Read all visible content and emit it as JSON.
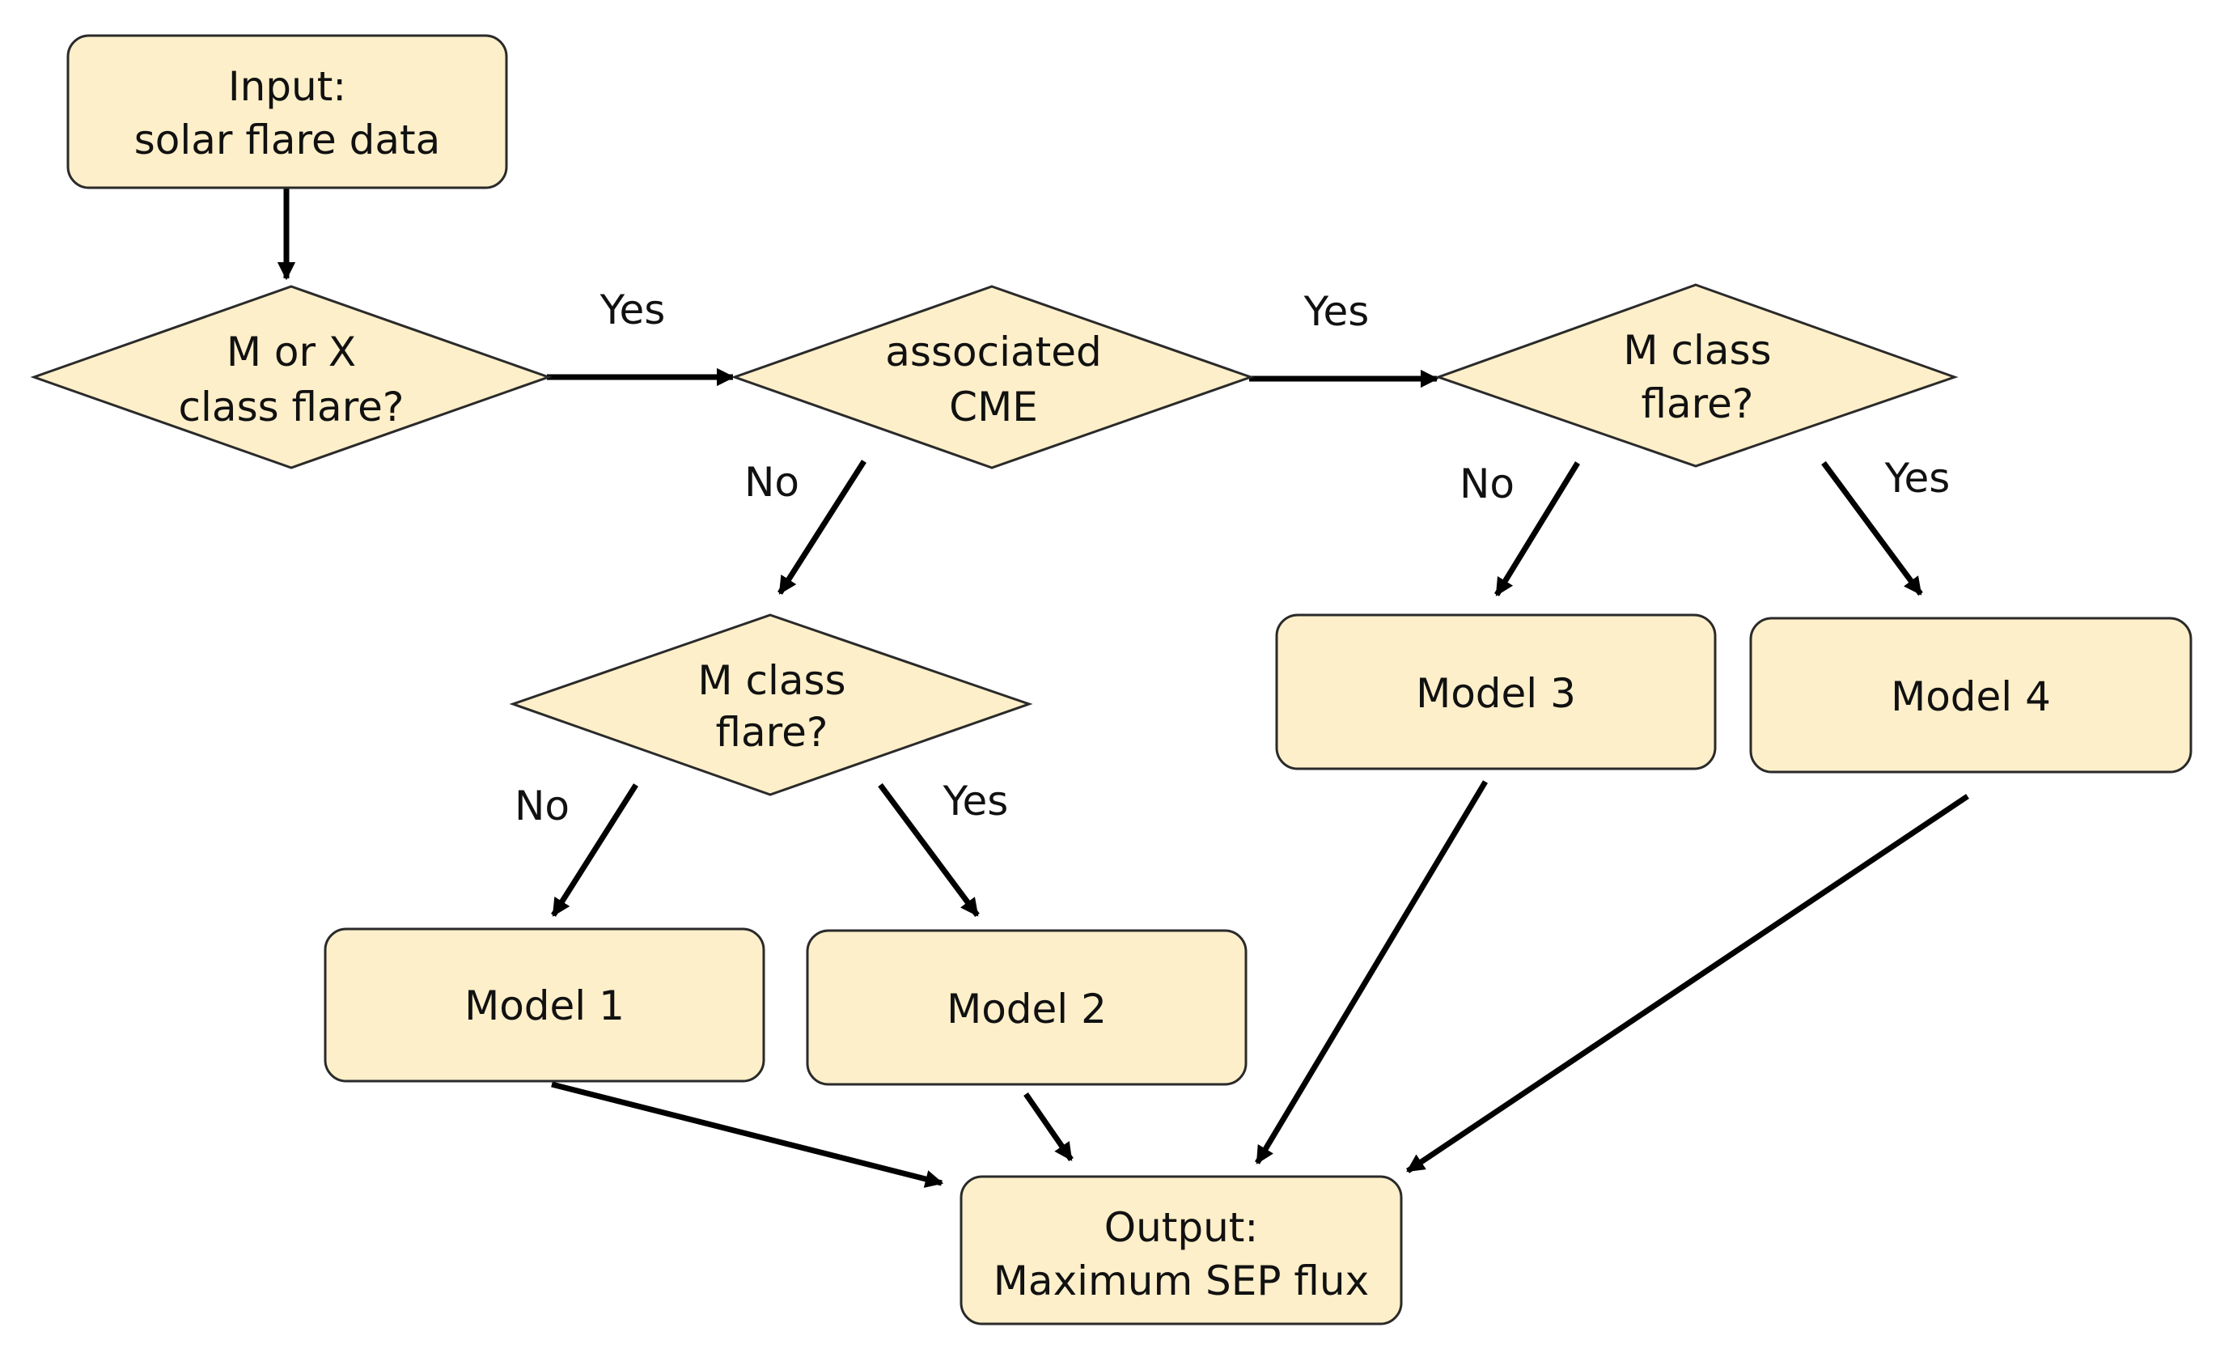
{
  "nodes": {
    "input": {
      "lines": [
        "Input:",
        "solar flare data"
      ]
    },
    "d1": {
      "lines": [
        "M or X",
        "class flare?"
      ]
    },
    "d2": {
      "lines": [
        "associated",
        "CME"
      ]
    },
    "d3": {
      "lines": [
        "M class",
        "flare?"
      ]
    },
    "d4": {
      "lines": [
        "M class",
        "flare?"
      ]
    },
    "model1": {
      "lines": [
        "Model 1"
      ]
    },
    "model2": {
      "lines": [
        "Model 2"
      ]
    },
    "model3": {
      "lines": [
        "Model 3"
      ]
    },
    "model4": {
      "lines": [
        "Model 4"
      ]
    },
    "output": {
      "lines": [
        "Output:",
        "Maximum SEP flux"
      ]
    }
  },
  "edges": [
    {
      "from": "input",
      "to": "d1",
      "label": ""
    },
    {
      "from": "d1",
      "to": "d2",
      "label": "Yes"
    },
    {
      "from": "d2",
      "to": "d3",
      "label": "Yes"
    },
    {
      "from": "d2",
      "to": "d4",
      "label": "No"
    },
    {
      "from": "d3",
      "to": "model3",
      "label": "No"
    },
    {
      "from": "d3",
      "to": "model4",
      "label": "Yes"
    },
    {
      "from": "d4",
      "to": "model1",
      "label": "No"
    },
    {
      "from": "d4",
      "to": "model2",
      "label": "Yes"
    },
    {
      "from": "model1",
      "to": "output",
      "label": ""
    },
    {
      "from": "model2",
      "to": "output",
      "label": ""
    },
    {
      "from": "model3",
      "to": "output",
      "label": ""
    },
    {
      "from": "model4",
      "to": "output",
      "label": ""
    }
  ],
  "colors": {
    "node_fill": "#fdefc9",
    "node_stroke": "#2a2a2a",
    "edge": "#000000"
  }
}
